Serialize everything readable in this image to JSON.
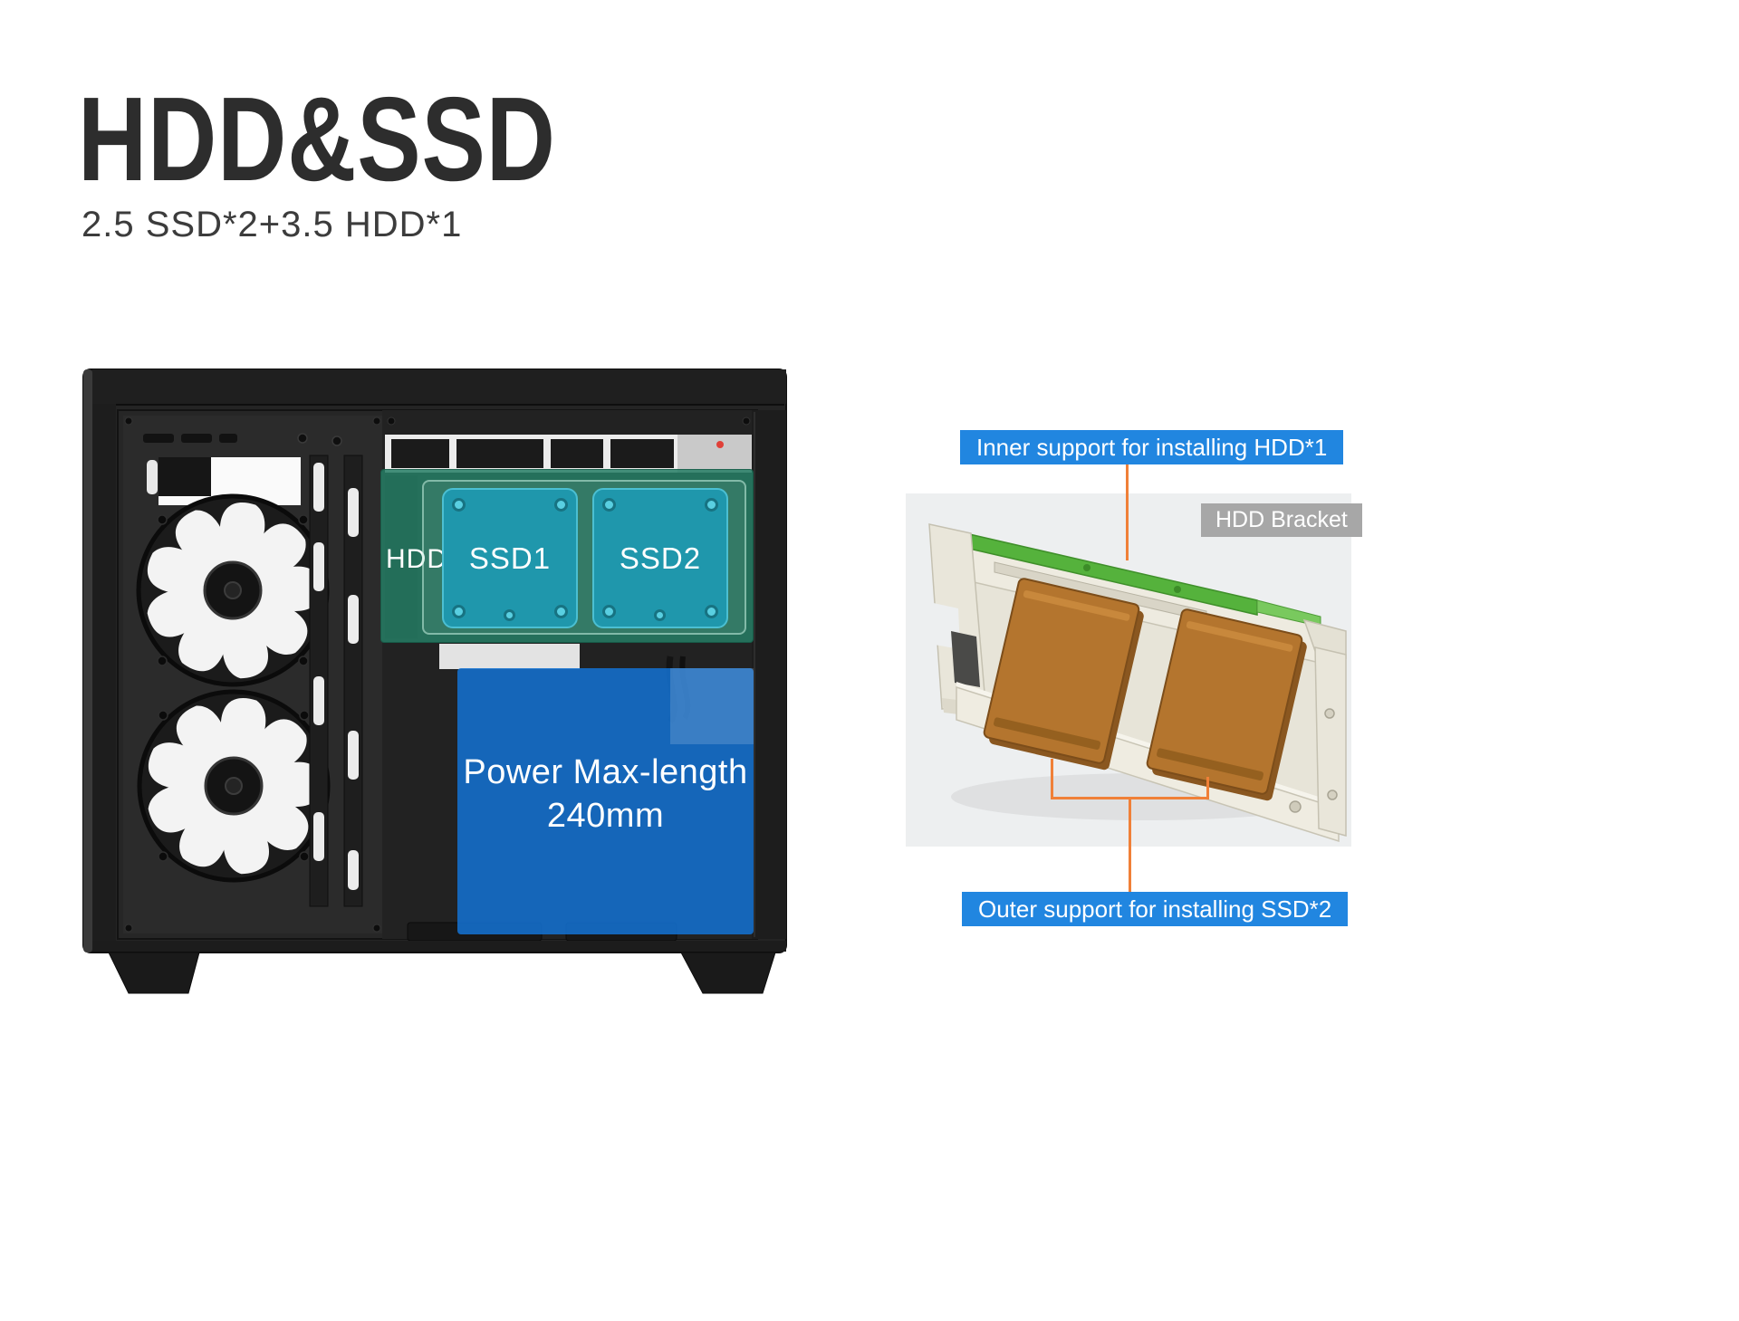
{
  "header": {
    "title": "HDD&SSD",
    "subtitle": "2.5 SSD*2+3.5 HDD*1"
  },
  "case_diagram": {
    "hdd_label": "HDD",
    "ssd1_label": "SSD1",
    "ssd2_label": "SSD2",
    "power_line1": "Power Max-length",
    "power_line2": "240mm"
  },
  "bracket_diagram": {
    "inner_support_callout": "Inner support for installing HDD*1",
    "bracket_tag": "HDD Bracket",
    "outer_support_callout": "Outer support for installing SSD*2"
  },
  "colors": {
    "callout_blue": "#2186e0",
    "tag_gray": "#a7a7a7",
    "connector_orange": "#f08038",
    "overlay_teal": "#267e65",
    "ssd_cyan": "#1f97ac",
    "overlay_blue": "#1471d0",
    "hdd_brown": "#b4752e",
    "pcb_green": "#55b23c",
    "title_dark": "#2d2d2d"
  }
}
